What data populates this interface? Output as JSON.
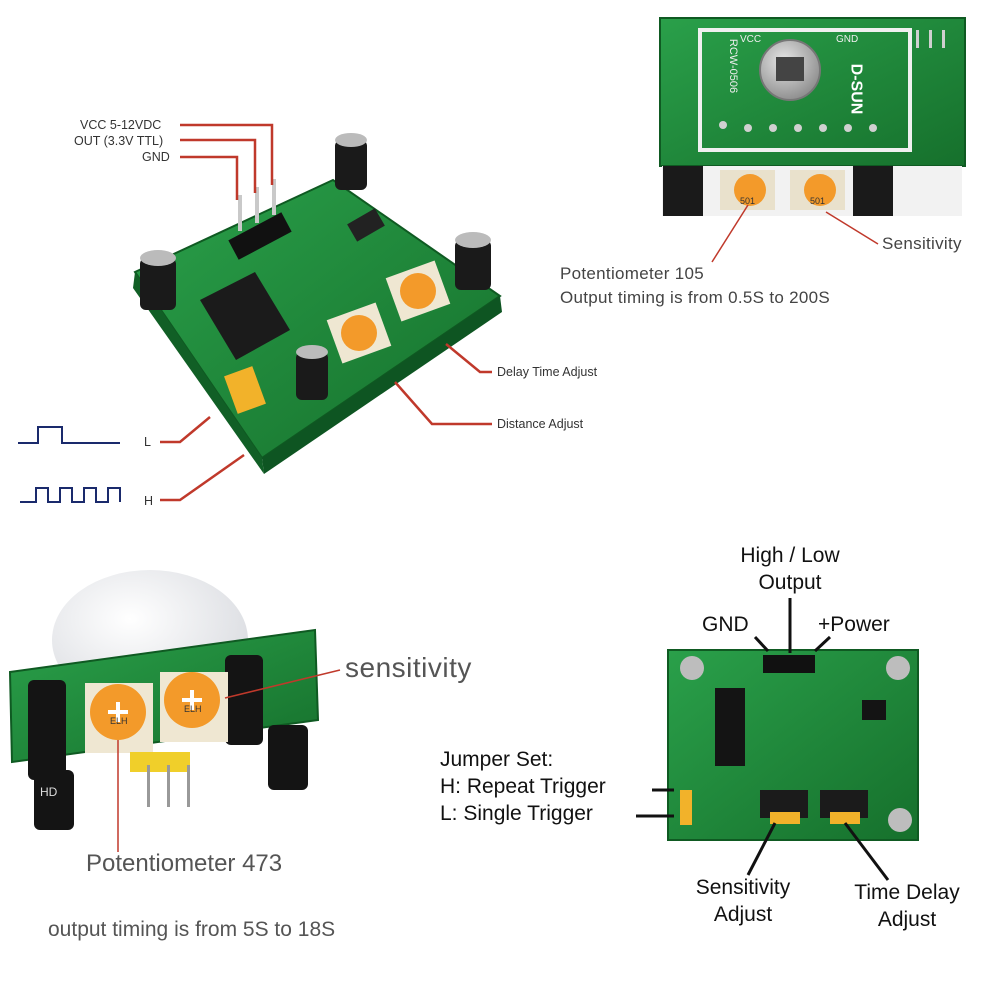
{
  "panel_top_left": {
    "pin_labels": [
      "VCC 5-12VDC",
      "OUT (3.3V TTL)",
      "GND"
    ],
    "delay_label": "Delay Time Adjust",
    "distance_label": "Distance Adjust",
    "low_label": "L",
    "high_label": "H"
  },
  "panel_top_right": {
    "sensitivity_label": "Sensitivity",
    "pot_line1": "Potentiometer 105",
    "pot_line2": "Output timing is from 0.5S to 200S",
    "board_text_gnd": "GND",
    "board_text_vcc": "VCC",
    "board_text_model": "RCW-0506",
    "board_text_brand": "D-SUN",
    "pot_code_a": "501",
    "pot_code_b": "501"
  },
  "panel_bottom_left": {
    "sensitivity_label": "sensitivity",
    "pot_label": "Potentiometer 473",
    "timing_label": "output timing is from 5S to 18S",
    "pot_code_a": "ELH",
    "pot_code_b": "ELH",
    "cap_brand": "HD"
  },
  "panel_bottom_right": {
    "high_low_line1": "High / Low",
    "high_low_line2": "Output",
    "gnd_label": "GND",
    "power_label": "+Power",
    "jumper_title": "Jumper Set:",
    "jumper_h": "H: Repeat Trigger",
    "jumper_l": "L: Single Trigger",
    "sensitivity_line1": "Sensitivity",
    "sensitivity_line2": "Adjust",
    "time_delay_line1": "Time Delay",
    "time_delay_line2": "Adjust"
  },
  "colors": {
    "pcb_green": "#1f8a3a",
    "pcb_dark": "#146b2a",
    "pot_orange": "#f39a2a",
    "leader_red": "#c0392b",
    "wave_navy": "#1a2a6c"
  }
}
